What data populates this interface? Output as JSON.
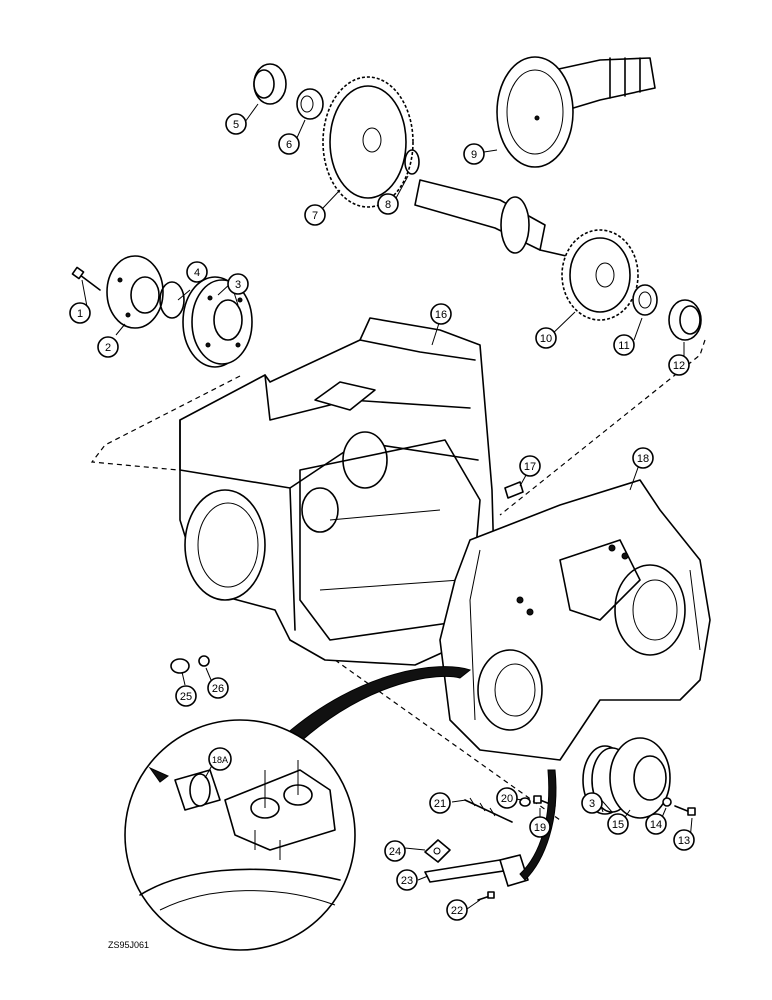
{
  "callouts": [
    {
      "label": "1"
    },
    {
      "label": "2"
    },
    {
      "label": "3"
    },
    {
      "label": "4"
    },
    {
      "label": "5"
    },
    {
      "label": "6"
    },
    {
      "label": "7"
    },
    {
      "label": "8"
    },
    {
      "label": "9"
    },
    {
      "label": "10"
    },
    {
      "label": "11"
    },
    {
      "label": "12"
    },
    {
      "label": "13"
    },
    {
      "label": "14"
    },
    {
      "label": "15"
    },
    {
      "label": "16"
    },
    {
      "label": "17"
    },
    {
      "label": "18"
    },
    {
      "label": "18A"
    },
    {
      "label": "19"
    },
    {
      "label": "20"
    },
    {
      "label": "21"
    },
    {
      "label": "22"
    },
    {
      "label": "23"
    },
    {
      "label": "24"
    },
    {
      "label": "25"
    },
    {
      "label": "26"
    },
    {
      "label": "3"
    }
  ],
  "figure_code": "ZS95J061"
}
